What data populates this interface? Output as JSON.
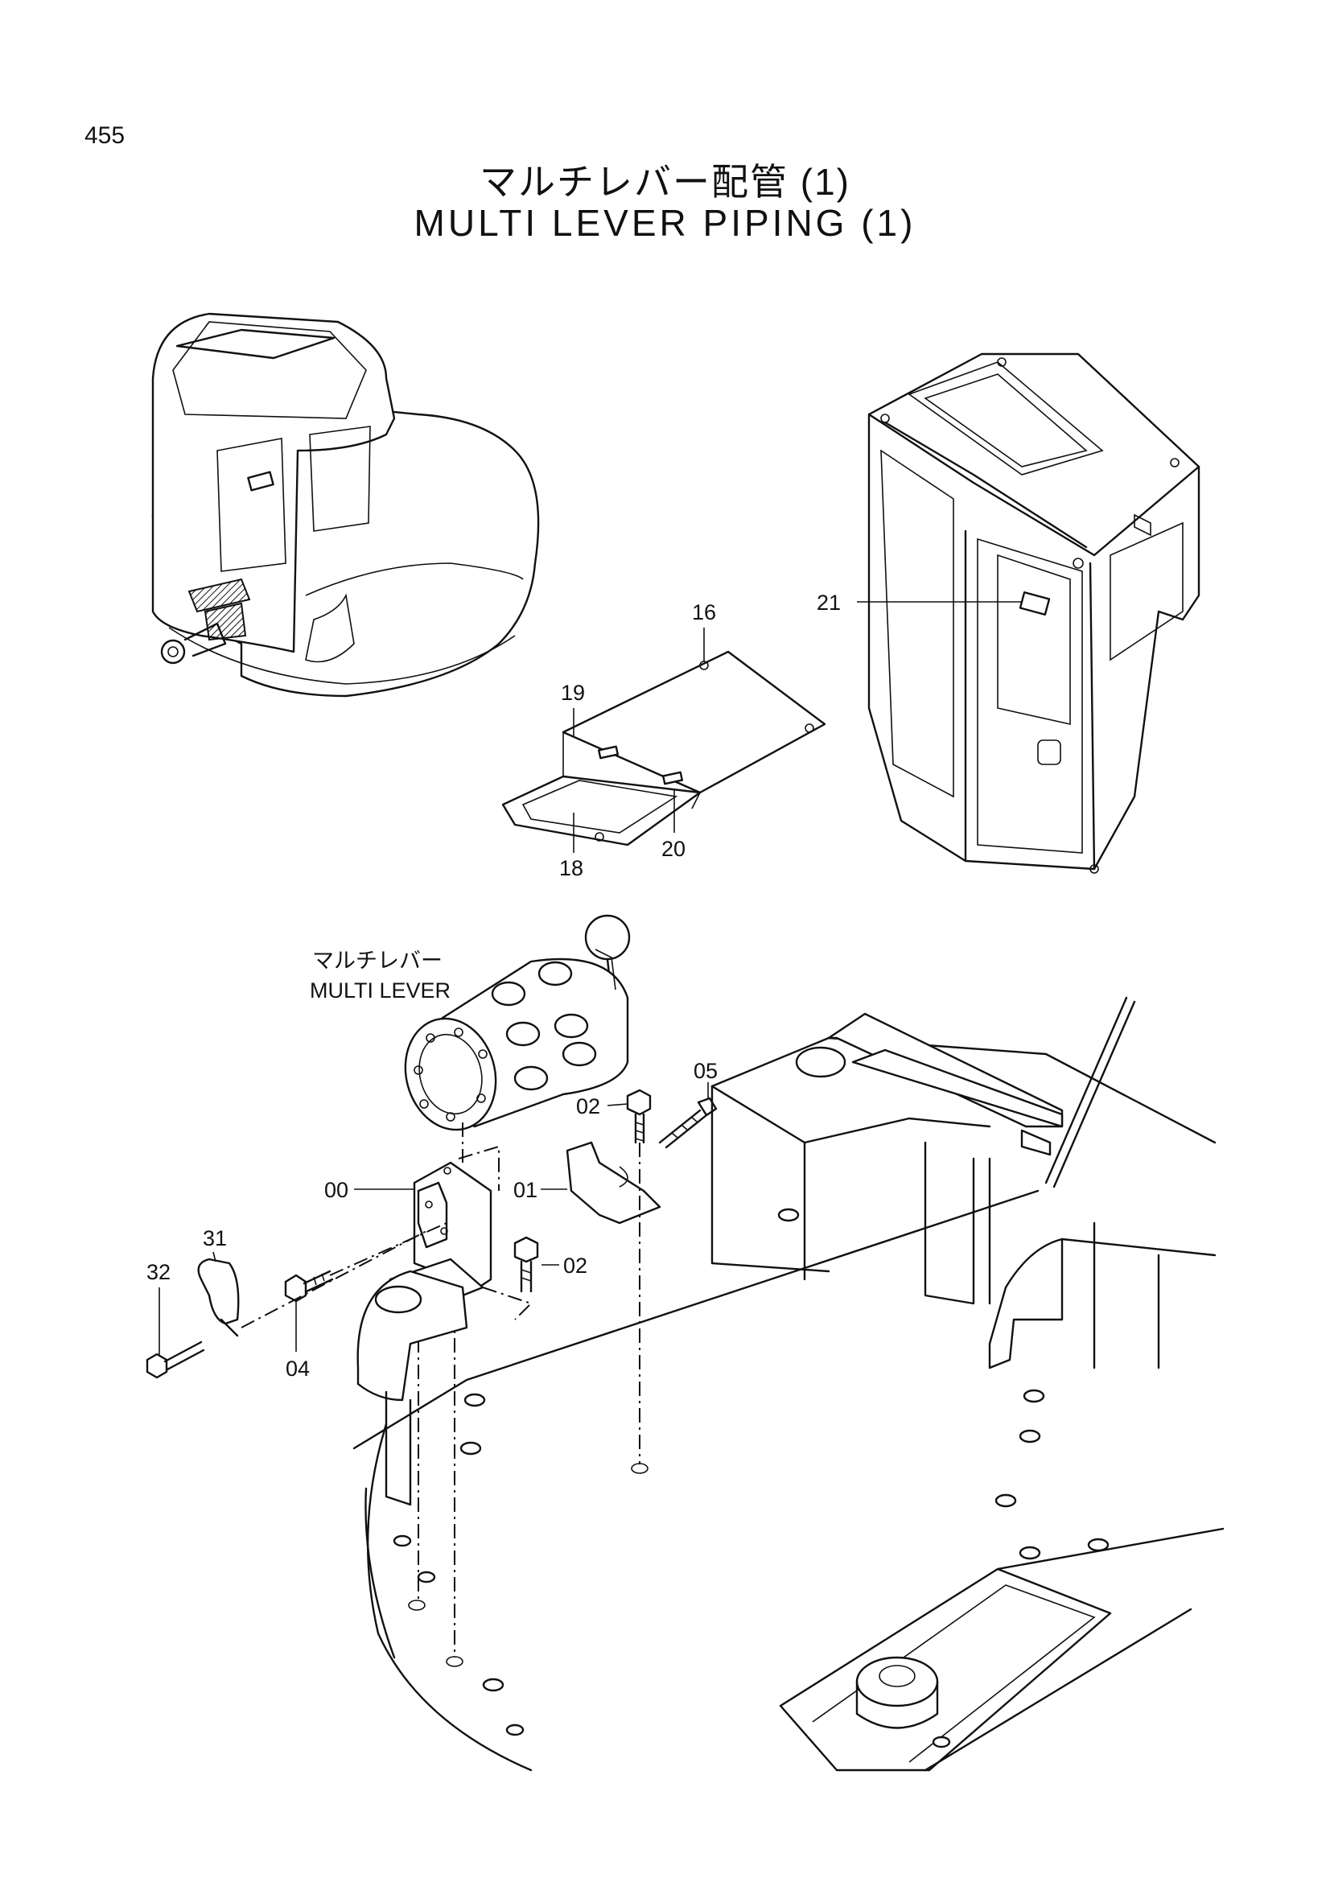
{
  "page_number": "455",
  "title_jp": "マルチレバー配管 (1)",
  "title_en": "MULTI LEVER PIPING (1)",
  "component_label": {
    "jp": "マルチレバー",
    "en": "MULTI LEVER"
  },
  "callouts": {
    "p16": "16",
    "p19": "19",
    "p18": "18",
    "p20": "20",
    "p21": "21",
    "p05": "05",
    "p02a": "02",
    "p02b": "02",
    "p00": "00",
    "p01": "01",
    "p31": "31",
    "p32": "32",
    "p04": "04"
  }
}
